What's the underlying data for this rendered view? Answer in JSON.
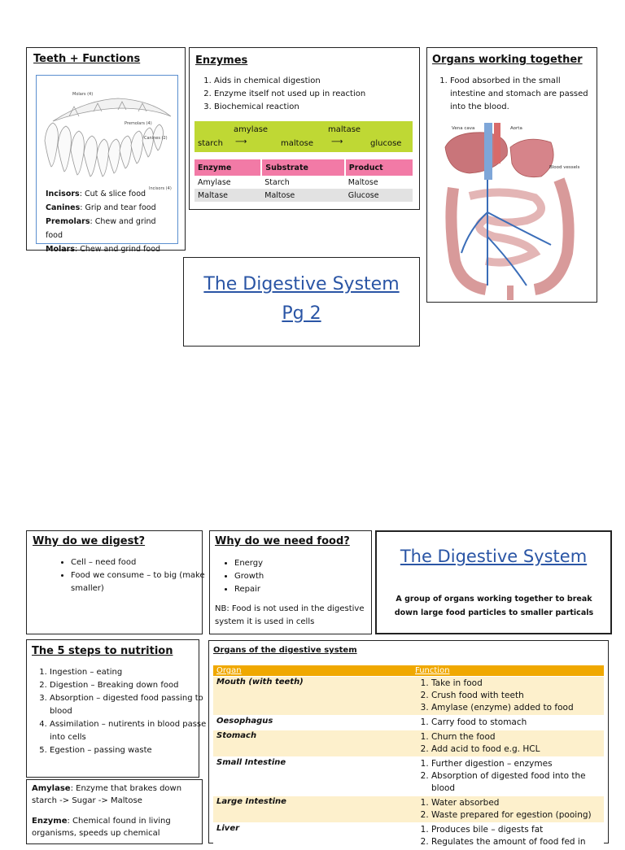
{
  "teeth": {
    "title": "Teeth + Functions",
    "diagram_labels": [
      "Molars (4)",
      "Premolars (4)",
      "Canines (2)",
      "Incisors (4)"
    ],
    "items": [
      {
        "name": "Incisors",
        "desc": ": Cut & slice food"
      },
      {
        "name": "Canines",
        "desc": ": Grip and tear food"
      },
      {
        "name": "Premolars",
        "desc": ": Chew and grind food"
      },
      {
        "name": "Molars",
        "desc": ": Chew and grind food"
      }
    ]
  },
  "enzymes": {
    "title": "Enzymes",
    "points": [
      "Aids in chemical digestion",
      "Enzyme itself not used up in reaction",
      "Biochemical reaction"
    ],
    "flow": {
      "enzyme1": "amylase",
      "enzyme2": "maltase",
      "s1": "starch",
      "s2": "maltose",
      "s3": "glucose"
    },
    "table": {
      "headers": [
        "Enzyme",
        "Substrate",
        "Product"
      ],
      "rows": [
        [
          "Amylase",
          "Starch",
          "Maltose"
        ],
        [
          "Maltase",
          "Maltose",
          "Glucose"
        ]
      ]
    }
  },
  "organs_together": {
    "title": "Organs working together",
    "points": [
      "Food absorbed in the small intestine and stomach are passed into the blood."
    ],
    "diagram_labels": [
      "Vena cava",
      "Aorta",
      "Blood vessels"
    ]
  },
  "page2": {
    "line1": "The Digestive System",
    "line2": "Pg 2"
  },
  "why_digest": {
    "title": "Why do we digest?",
    "points": [
      "Cell – need food",
      "Food we consume – to big (make smaller)"
    ]
  },
  "why_food": {
    "title": "Why do we need food?",
    "points": [
      "Energy",
      "Growth",
      "Repair"
    ],
    "note": "NB: Food is not used in the digestive system it is used in cells"
  },
  "main": {
    "title": "The Digestive System",
    "subtitle": "A group of organs working together to break down large food particles to smaller particals"
  },
  "steps": {
    "title": "The 5 steps to nutrition",
    "items": [
      "Ingestion – eating",
      "Digestion – Breaking down food",
      "Absorption – digested food passing to blood",
      "Assimilation – nutirents in blood passe into cells",
      "Egestion – passing waste"
    ]
  },
  "definitions": [
    {
      "term": "Amylase",
      "text": ": Enzyme that brakes down starch -> Sugar -> Maltose"
    },
    {
      "term": "Enzyme",
      "text": ": Chemical found in living organisms, speeds up chemical"
    }
  ],
  "organs": {
    "title": "Organs of the digestive system",
    "headers": [
      "Organ",
      "Function"
    ],
    "rows": [
      {
        "organ": "Mouth (with teeth)",
        "functions": [
          "Take in food",
          "Crush food with teeth",
          "Amylase (enzyme) added to food"
        ]
      },
      {
        "organ": "Oesophagus",
        "functions": [
          "Carry food to stomach"
        ]
      },
      {
        "organ": "Stomach",
        "functions": [
          "Churn the food",
          "Add acid to food e.g. HCL"
        ]
      },
      {
        "organ": "Small Intestine",
        "functions": [
          "Further digestion – enzymes",
          "Absorption of digested food into the blood"
        ]
      },
      {
        "organ": "Large Intestine",
        "functions": [
          "Water absorbed",
          "Waste prepared for egestion (pooing)"
        ]
      },
      {
        "organ": "Liver",
        "functions": [
          "Produces bile – digests fat",
          "Regulates the amount of food fed in"
        ]
      }
    ]
  },
  "colors": {
    "green": "#bfd834",
    "pink": "#f27aa6",
    "orange": "#f0a800",
    "cream": "#fdf0cc",
    "blue": "#2a55a5"
  }
}
